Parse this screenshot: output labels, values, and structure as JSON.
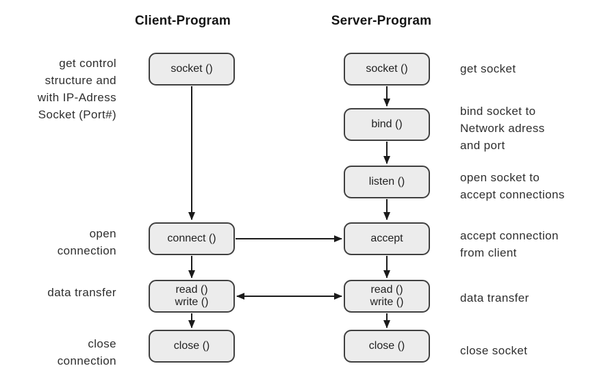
{
  "headers": {
    "client": "Client-Program",
    "server": "Server-Program"
  },
  "client": {
    "boxes": [
      {
        "label": "socket ()"
      },
      {
        "label": "connect ()"
      },
      {
        "label": "read ()",
        "label2": "write ()"
      },
      {
        "label": "close ()"
      }
    ]
  },
  "server": {
    "boxes": [
      {
        "label": "socket ()"
      },
      {
        "label": "bind ()"
      },
      {
        "label": "listen ()"
      },
      {
        "label": "accept"
      },
      {
        "label": "read ()",
        "label2": "write ()"
      },
      {
        "label": "close ()"
      }
    ]
  },
  "left_labels": [
    {
      "lines": [
        "get control",
        "structure and",
        "with IP-Adress",
        "Socket (Port#)"
      ]
    },
    {
      "lines": [
        "open",
        "connection"
      ]
    },
    {
      "lines": [
        "data transfer"
      ]
    },
    {
      "lines": [
        "close",
        "connection"
      ]
    }
  ],
  "right_labels": [
    {
      "lines": [
        "get socket"
      ]
    },
    {
      "lines": [
        "bind socket to",
        "Network adress",
        "and port"
      ]
    },
    {
      "lines": [
        "open socket to",
        "accept connections"
      ]
    },
    {
      "lines": [
        "accept connection",
        "from client"
      ]
    },
    {
      "lines": [
        "data transfer"
      ]
    },
    {
      "lines": [
        "close socket"
      ]
    }
  ],
  "colors": {
    "box_fill": "#ececec",
    "box_border": "#3f3f3f",
    "arrow": "#1a1a1a",
    "text": "#1f1f1f",
    "background": "#ffffff"
  }
}
